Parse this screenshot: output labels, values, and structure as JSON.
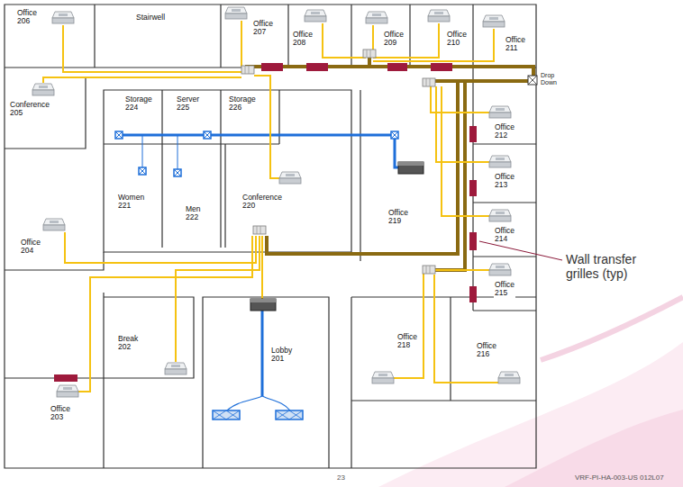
{
  "diagram": {
    "nodes": [
      {
        "text": [
          "Office 206"
        ]
      },
      {
        "text": [
          "Stairwell"
        ]
      },
      {
        "text": [
          "Office 207"
        ]
      },
      {
        "text": [
          "Office 208"
        ]
      },
      {
        "text": [
          "Office 209"
        ]
      },
      {
        "text": [
          "Office 210"
        ]
      },
      {
        "text": [
          "Office 211"
        ]
      },
      {
        "text": [
          "Conference 205"
        ]
      },
      {
        "text": [
          "Storage 224"
        ]
      },
      {
        "text": [
          "Server 225"
        ]
      },
      {
        "text": [
          "Storage 226"
        ]
      },
      {
        "text": [
          "Office 212"
        ]
      },
      {
        "text": [
          "Women 221"
        ]
      },
      {
        "text": [
          "Men 222"
        ]
      },
      {
        "text": [
          "Conference 220"
        ]
      },
      {
        "text": [
          "Office 219"
        ]
      },
      {
        "text": [
          "Office 213"
        ]
      },
      {
        "text": [
          "Office 204"
        ]
      },
      {
        "text": [
          "Office 214"
        ]
      },
      {
        "text": [
          "Office 215"
        ]
      },
      {
        "text": [
          "Break 202"
        ]
      },
      {
        "text": [
          "Lobby 201"
        ]
      },
      {
        "text": [
          "Office 218"
        ]
      },
      {
        "text": [
          "Office 216"
        ]
      },
      {
        "text": [
          "Office 203"
        ]
      }
    ],
    "labels": [
      "Drop Down",
      "Wall transfer grilles (typ)",
      "23",
      "VRF-PI-HA-003-US 012L07"
    ]
  }
}
